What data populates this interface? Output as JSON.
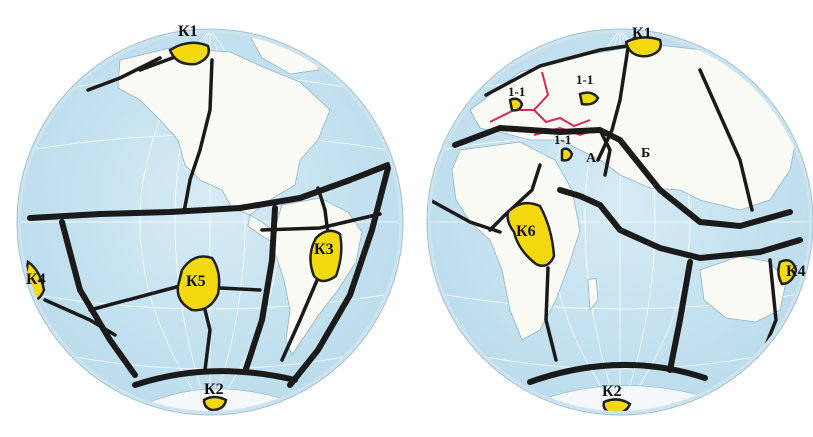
{
  "colors": {
    "ocean": "#c9e4f1",
    "land": "#fbfbf5",
    "belt": "#1a1a1a",
    "craton_fill": "#f4d810",
    "craton_edge": "#e0305a",
    "border": "#d6285c"
  },
  "labels": {
    "west": {
      "k1": "К1",
      "k2": "К2",
      "k3": "К3",
      "k4": "К4",
      "k5": "К5"
    },
    "east": {
      "k1": "К1",
      "k2": "К2",
      "k4": "К4",
      "k6": "К6",
      "p1a": "1-1",
      "p1b": "1-1",
      "p1c": "1-1",
      "a": "А",
      "b": "Б"
    }
  }
}
